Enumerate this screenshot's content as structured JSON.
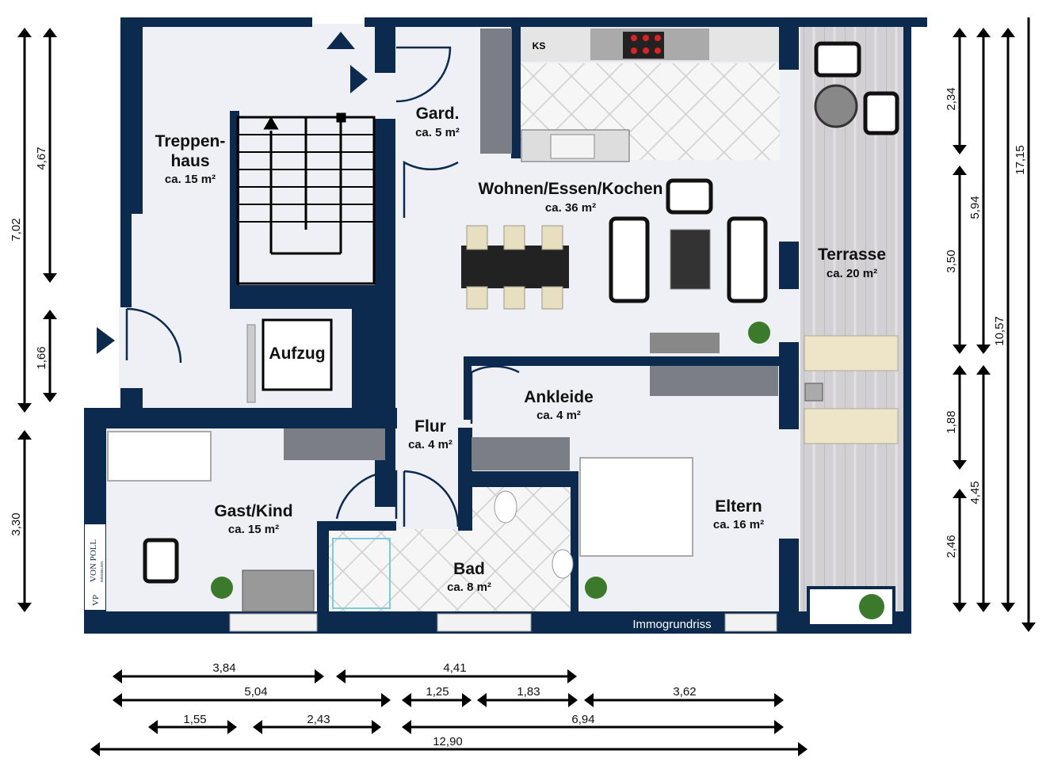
{
  "rooms": {
    "treppenhaus": {
      "name_1": "Treppen-",
      "name_2": "haus",
      "area": "ca. 15 m²"
    },
    "garderobe": {
      "name": "Gard.",
      "area": "ca. 5 m²"
    },
    "wohnen": {
      "name": "Wohnen/Essen/Kochen",
      "area": "ca. 36 m²"
    },
    "terrasse": {
      "name": "Terrasse",
      "area": "ca. 20 m²"
    },
    "aufzug": {
      "name": "Aufzug"
    },
    "ankleide": {
      "name": "Ankleide",
      "area": "ca. 4 m²"
    },
    "flur": {
      "name": "Flur",
      "area": "ca. 4 m²"
    },
    "gast_kind": {
      "name": "Gast/Kind",
      "area": "ca. 15 m²"
    },
    "bad": {
      "name": "Bad",
      "area": "ca. 8 m²"
    },
    "eltern": {
      "name": "Eltern",
      "area": "ca. 16 m²"
    }
  },
  "kitchen_label": "KS",
  "watermark": "Immogrundriss",
  "logo": {
    "name": "VON POLL",
    "sub": "IMMOBILIEN",
    "mark": "VP"
  },
  "dimensions": {
    "left_outer": [
      "7,02",
      "3,30"
    ],
    "left_inner": [
      "4,67",
      "1,66"
    ],
    "right": {
      "col1": [
        "2,34",
        "3,50",
        "1,88",
        "2,46"
      ],
      "col2": [
        "5,94",
        "4,45"
      ],
      "col3": [
        "10,57"
      ],
      "col4": [
        "17,15"
      ]
    },
    "bottom": {
      "row1": [
        "3,84",
        "4,41"
      ],
      "row2": [
        "5,04",
        "1,25",
        "1,83",
        "3,62"
      ],
      "row3": [
        "1,55",
        "2,43",
        "6,94"
      ],
      "row4": [
        "12,90"
      ]
    }
  },
  "colors": {
    "wall": "#0c2a4e",
    "floor": "#eef0f6",
    "terrace": "#c9c9cc"
  }
}
